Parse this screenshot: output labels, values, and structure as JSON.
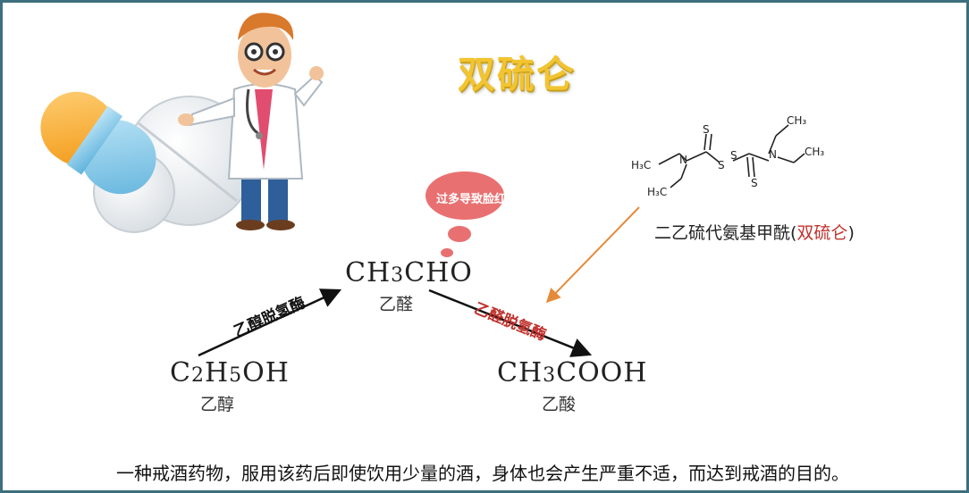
{
  "title": "双硫仑",
  "compound": {
    "name_prefix": "二乙硫代氨基甲酰(",
    "name_highlight": "双硫仑",
    "name_suffix": ")",
    "atoms": {
      "h3c_1": "H₃C",
      "h3c_2": "H₃C",
      "ch3_1": "CH₃",
      "ch3_2": "CH₃",
      "n_1": "N",
      "n_2": "N",
      "s_top_1": "S",
      "s_bottom_2": "S",
      "s_mid_1": "S",
      "s_mid_2": "S"
    }
  },
  "bubble_text": "过多导致脸红",
  "ethanol": {
    "formula_parts": [
      "C",
      "2",
      "H",
      "5",
      "OH"
    ],
    "name": "乙醇"
  },
  "acetaldehyde": {
    "formula_parts": [
      "CH",
      "3",
      "CHO"
    ],
    "name": "乙醛"
  },
  "acetic_acid": {
    "formula_parts": [
      "CH",
      "3",
      "COOH"
    ],
    "name": "乙酸"
  },
  "enzyme_1": "乙醇脱氢酶",
  "enzyme_2": "乙醛脱氢酶",
  "caption": "一种戒酒药物，服用该药后即使饮用少量的酒，身体也会产生严重不适，而达到戒酒的目的。",
  "colors": {
    "title": "#f2c431",
    "enzyme_1": "#111111",
    "enzyme_2": "#c0312c",
    "highlight": "#c0312c",
    "arrow_orange": "#e58a3a",
    "bubble": "#e06060",
    "frame": "#3d6f7f"
  }
}
